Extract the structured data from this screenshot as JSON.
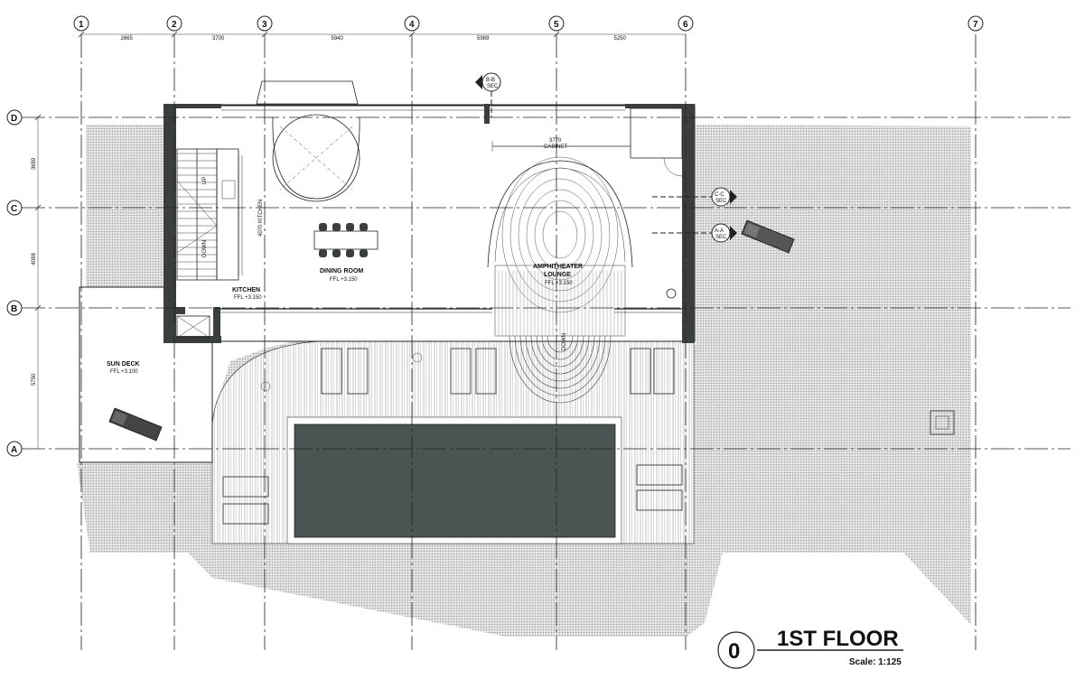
{
  "grid": {
    "columns": [
      "1",
      "2",
      "3",
      "4",
      "5",
      "6",
      "7"
    ],
    "rows": [
      "D",
      "C",
      "B",
      "A"
    ],
    "column_dims": [
      "2665",
      "3700",
      "5940",
      "5989",
      "5250"
    ],
    "row_dims": [
      "3659",
      "4098",
      "5750"
    ]
  },
  "rooms": {
    "kitchen_label": "KITCHEN",
    "kitchen_ffl": "FFL +3.150",
    "kitchen_vertical_label": "4070 KITCHEN",
    "dining_label": "DINING ROOM",
    "dining_ffl": "FFL +3.150",
    "amphitheater_label_1": "AMPHITHEATER",
    "amphitheater_label_2": "LOUNGE",
    "amphitheater_ffl": "FFL +3.150",
    "sundeck_label": "SUN DECK",
    "sundeck_ffl": "FFL +3.100",
    "cabinet_dim": "3770",
    "cabinet_label": "CABINET"
  },
  "stairs": {
    "up": "UP",
    "down": "DOWN",
    "amphi_down": "DOWN"
  },
  "sections": {
    "b": [
      "B-B",
      "SEC"
    ],
    "c": [
      "C-C",
      "SEC"
    ],
    "a": [
      "A-A",
      "SEC"
    ]
  },
  "title": {
    "number": "0",
    "name": "1ST FLOOR",
    "scale": "Scale: 1:125"
  },
  "colors": {
    "wall": "#3a3f3e",
    "pool": "#4a5553",
    "hatch": "#cfcfcf"
  }
}
